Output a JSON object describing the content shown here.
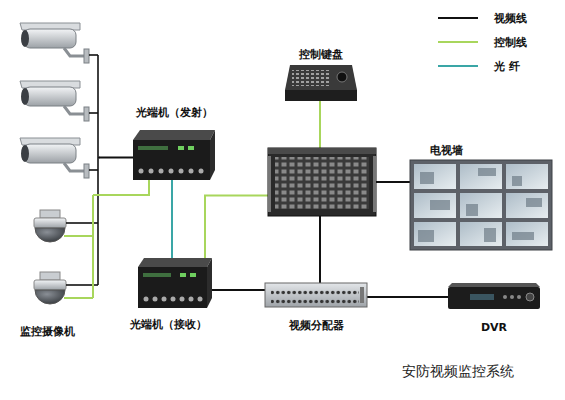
{
  "diagram": {
    "caption": "安防视频监控系统",
    "nodes": [
      {
        "text": [
          "监控摄像机"
        ]
      },
      {
        "text": [
          "光端机（发射）"
        ]
      },
      {
        "text": [
          "控制键盘"
        ]
      },
      {
        "text": []
      },
      {
        "text": [
          "电视墙"
        ]
      },
      {
        "text": [
          "光端机（接收）"
        ]
      },
      {
        "text": [
          "视频分配器"
        ]
      },
      {
        "text": [
          "DVR"
        ]
      }
    ],
    "edges": [
      {
        "from": 0,
        "to": 1,
        "arrow": "none"
      },
      {
        "from": 1,
        "to": 0,
        "arrow": "none"
      },
      {
        "from": 1,
        "to": 5,
        "arrow": "none"
      },
      {
        "from": 3,
        "to": 5,
        "arrow": "none"
      },
      {
        "from": 2,
        "to": 3,
        "arrow": "none"
      },
      {
        "from": 3,
        "to": 4,
        "arrow": "none"
      },
      {
        "from": 5,
        "to": 6,
        "arrow": "none"
      },
      {
        "from": 6,
        "to": 3,
        "arrow": "none"
      },
      {
        "from": 6,
        "to": 7,
        "arrow": "none"
      }
    ],
    "legend": [
      {
        "text": "视频线"
      },
      {
        "text": "控制线"
      },
      {
        "text": "光 纤"
      }
    ]
  }
}
